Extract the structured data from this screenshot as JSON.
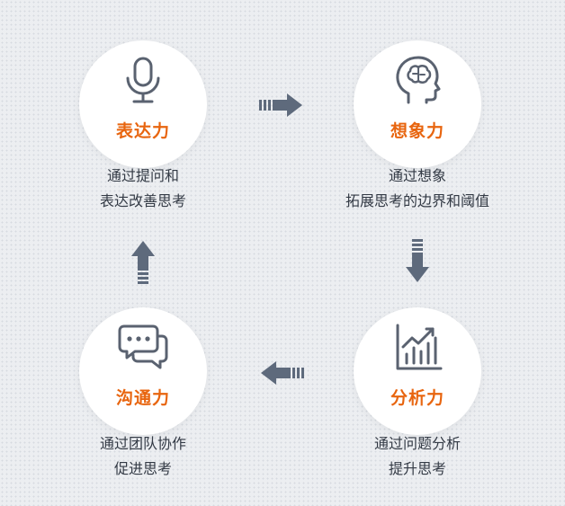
{
  "nodes": [
    {
      "title": "表达力",
      "desc": [
        "通过提问和",
        "表达改善思考"
      ],
      "icon": "microphone-icon"
    },
    {
      "title": "想象力",
      "desc": [
        "通过想象",
        "拓展思考的边界和阈值"
      ],
      "icon": "head-brain-icon"
    },
    {
      "title": "分析力",
      "desc": [
        "通过问题分析",
        "提升思考"
      ],
      "icon": "growth-chart-icon"
    },
    {
      "title": "沟通力",
      "desc": [
        "通过团队协作",
        "促进思考"
      ],
      "icon": "chat-bubbles-icon"
    }
  ],
  "colors": {
    "accent": "#e8650f",
    "icon": "#5a6270",
    "arrow": "#5e6a7c",
    "text": "#333a45"
  }
}
